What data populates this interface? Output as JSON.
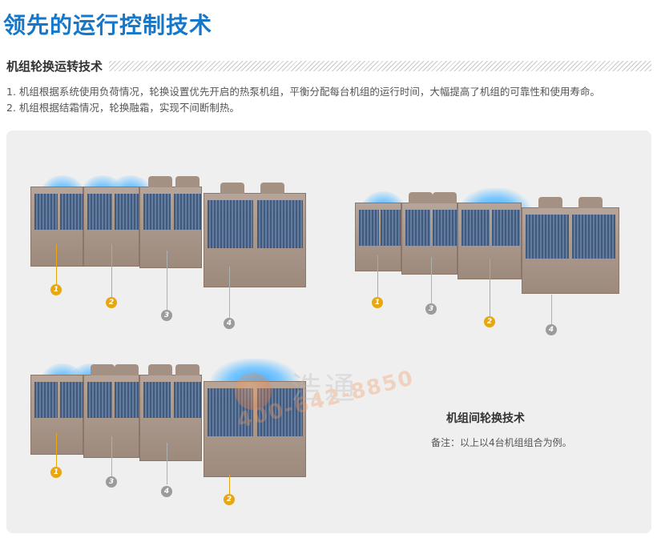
{
  "page": {
    "title": "领先的运行控制技术",
    "subhead": "机组轮换运转技术",
    "desc_1": "1. 机组根据系统使用负荷情况，轮换设置优先开启的热泵机组，平衡分配每台机组的运行时间，大幅提高了机组的可靠性和使用寿命。",
    "desc_2": "2. 机组根据结霜情况，轮换融霜，实现不间断制热。"
  },
  "note": {
    "title": "机组间轮换技术",
    "text": "备注：以上以4台机组组合为例。"
  },
  "watermark": {
    "brand": "浩通",
    "phone": "400-642-8850"
  },
  "diagrams": [
    {
      "labels": [
        "1",
        "2",
        "3",
        "4"
      ]
    },
    {
      "labels": [
        "1",
        "3",
        "2",
        "4"
      ]
    },
    {
      "labels": [
        "1",
        "3",
        "4",
        "2"
      ]
    }
  ],
  "colors": {
    "title": "#1577c9",
    "gold_badge": "#e6a711",
    "gray_badge": "#9b9b9b"
  }
}
